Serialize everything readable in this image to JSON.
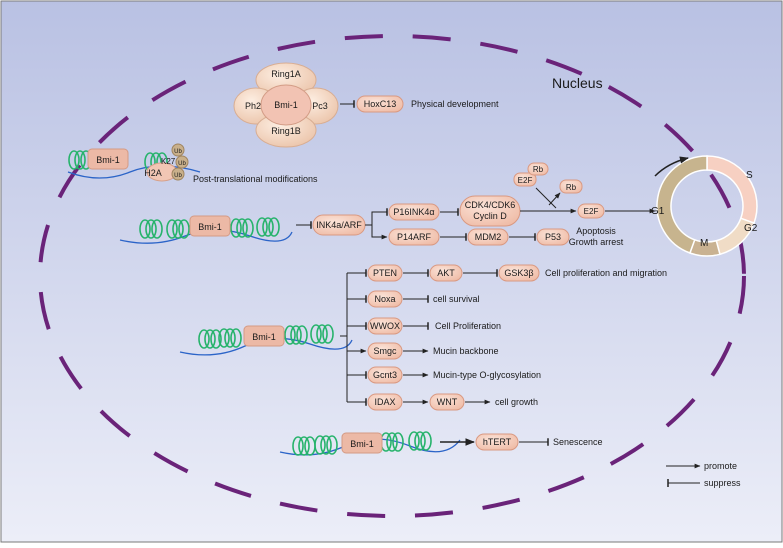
{
  "title": "Nucleus",
  "complex": {
    "top": "Ring1A",
    "left": "Ph2",
    "center": "Bmi-1",
    "right": "Pc3",
    "bottom": "Ring1B",
    "target": "HoxC13",
    "outcome": "Physical development"
  },
  "ptm": {
    "protein": "Bmi-1",
    "histone": "H2A",
    "site": "K27",
    "ub": "Ub",
    "label": "Post-translational modifications"
  },
  "ink4a": {
    "protein": "Bmi-1",
    "locus": "INK4a/ARF",
    "p16": "P16INK4α",
    "cdk_line1": "CDK4/CDK6",
    "cdk_line2": "Cyclin D",
    "e2f_rb": "E2F",
    "rb_top": "Rb",
    "rb_free": "Rb",
    "e2f_free": "E2F",
    "p14": "P14ARF",
    "mdm2": "MDM2",
    "p53": "P53",
    "apoptosis": "Apoptosis",
    "growth_arrest": "Growth arrest"
  },
  "cell_cycle": {
    "s": "S",
    "g2": "G2",
    "m": "M",
    "g1": "G1"
  },
  "targets": {
    "protein": "Bmi-1",
    "pten": "PTEN",
    "akt": "AKT",
    "gsk3b": "GSK3β",
    "prolif_migration": "Cell proliferation and migration",
    "noxa": "Noxa",
    "survival": "cell survival",
    "wwox": "WWOX",
    "proliferation": "Cell Proliferation",
    "smgc": "Smgc",
    "mucin": "Mucin backbone",
    "gcnt3": "Gcnt3",
    "glyco": "Mucin-type O-glycosylation",
    "idax": "IDAX",
    "wnt": "WNT",
    "growth": "cell growth"
  },
  "htert_row": {
    "protein": "Bmi-1",
    "htert": "hTERT",
    "senescence": "Senescence"
  },
  "legend": {
    "promote": "promote",
    "suppress": "suppress"
  },
  "colors": {
    "bg_top": "#b9c1e3",
    "bg_bottom": "#eceef8",
    "nucleus_dash": "#6a2379",
    "pill_fill": "#f3c7b4",
    "pill_stroke": "#d99982",
    "nucleosome": "#26b36b",
    "dna": "#2b64c8",
    "bmi_fill": "#ecb9a6",
    "cycle_s": "#f7d0c2",
    "cycle_g2": "#f0dcc6",
    "cycle_m": "#c9b292",
    "cycle_g1": "#c7b48e"
  }
}
